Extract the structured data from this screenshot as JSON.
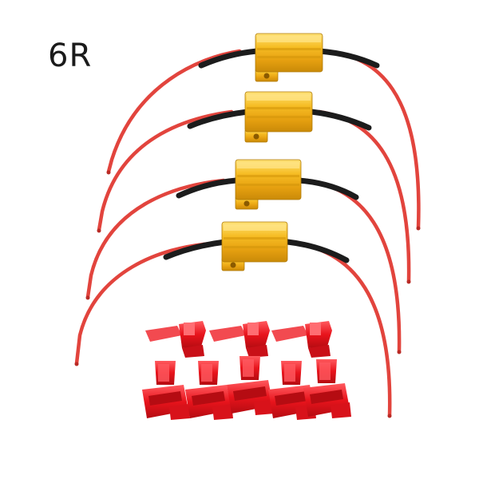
{
  "product": {
    "resistance_label": "6R",
    "resistor_count": 4,
    "connector_count": 8
  },
  "colors": {
    "wire_red": "#e2443d",
    "wire_red_dark": "#b92b26",
    "shrink_black": "#1c1c1c",
    "resistor_gold": "#f2b31a",
    "resistor_gold_light": "#ffd45a",
    "resistor_gold_dark": "#c98a08",
    "connector_red": "#e8141c",
    "connector_red_dark": "#b50c12",
    "connector_red_light": "#ff5a5f"
  }
}
